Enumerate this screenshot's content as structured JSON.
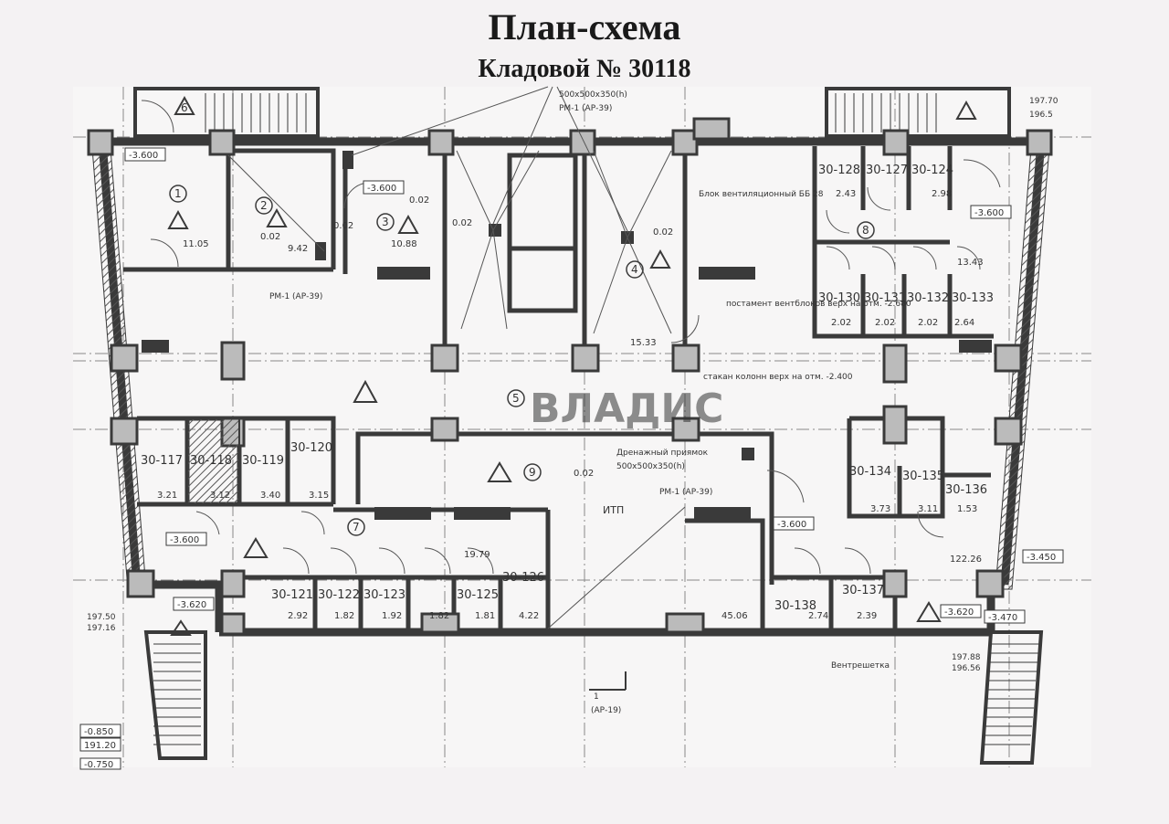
{
  "header": {
    "title": "План-схема",
    "subtitle": "Кладовой № 30118"
  },
  "units": {
    "u30128": "30-128",
    "u30127": "30-127",
    "u30124": "30-124",
    "u30130": "30-130",
    "u30131": "30-131",
    "u30132": "30-132",
    "u30133": "30-133",
    "u30117": "30-117",
    "u30118": "30-118",
    "u30119": "30-119",
    "u30120": "30-120",
    "u30121": "30-121",
    "u30122": "30-122",
    "u30123": "30-123",
    "u30125": "30-125",
    "u30126": "30-126",
    "u30134": "30-134",
    "u30135": "30-135",
    "u30136": "30-136",
    "u30138": "30-138",
    "u30137": "30-137"
  },
  "areas": {
    "a1": "11.05",
    "a2": "9.42",
    "a3": "10.88",
    "a4": "15.33",
    "a_243": "2.43",
    "a_298": "2.98",
    "a_1343": "13.43",
    "a_202a": "2.02",
    "a_202b": "2.02",
    "a_202c": "2.02",
    "a_264": "2.64",
    "a_321": "3.21",
    "a_312": "3.12",
    "a_340": "3.40",
    "a_315": "3.15",
    "a_1979": "19.79",
    "a_292": "2.92",
    "a_182a": "1.82",
    "a_192": "1.92",
    "a_182b": "1.82",
    "a_181": "1.81",
    "a_422": "4.22",
    "a_4506": "45.06",
    "a_373": "3.73",
    "a_311": "3.11",
    "a_153": "1.53",
    "a_12226": "122.26",
    "a_274": "2.74",
    "a_239": "2.39"
  },
  "room_numbers": [
    "1",
    "2",
    "3",
    "4",
    "5",
    "6",
    "7",
    "8",
    "9"
  ],
  "levels": {
    "l1": "-3.600",
    "l2": "-3.600",
    "l3": "-3.600",
    "l4": "-3.600",
    "l5": "-3.600",
    "l6": "-3.620",
    "l7": "-3.620",
    "l8": "-3.450",
    "l9": "-3.470",
    "l10": "-0.850",
    "l11": "191.20",
    "l12": "-0.750",
    "l13": "0.02",
    "l14": "0.02",
    "l15": "0.02",
    "l16": "0.02",
    "l17": "0.02",
    "l18": "0.02"
  },
  "notes": {
    "vent_block": "Блок вентиляционный ББ 28",
    "pedestal": "постамент вентблоков верх на отм. -2.680",
    "column_cup": "стакан колонн верх на отм. -2.400",
    "drain_pit": "Дренажный приямок",
    "pit_size": "500х500х350(h)",
    "pit_size_top": "500х500х350(h)",
    "rm_ref1": "РМ-1 (АР-39)",
    "rm_ref2": "РМ-1 (АР-39)",
    "rm_ref3": "РМ-1 (АР-39)",
    "itp": "ИТП",
    "vent_shaft": "Вентрешетка",
    "section": "1",
    "section_ref": "(АР-19)",
    "watermark": "ВЛАДИС",
    "elev_tl": "197.70",
    "elev_tl2": "196.5",
    "elev_bl": "197.50",
    "elev_bl2": "197.16",
    "elev_br": "197.88",
    "elev_br2": "196.56"
  },
  "colors": {
    "wall": "#3a3a3a",
    "line": "#555555",
    "paper": "#f4f2f3",
    "ink": "#1a1a1a"
  }
}
